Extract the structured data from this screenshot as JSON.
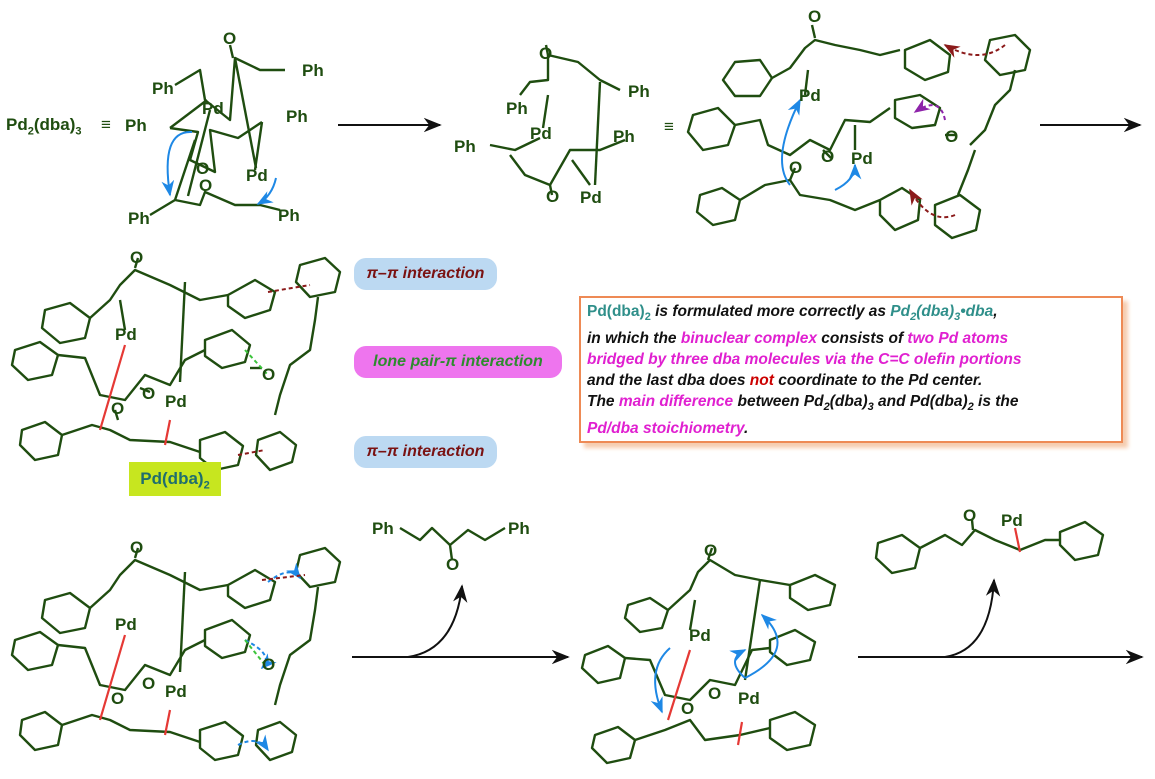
{
  "scheme": {
    "pd2dba3_label": "Pd2(dba)3",
    "equiv_symbol": "≡",
    "pd_atom": "Pd",
    "phenyl": "Ph",
    "oxygen": "O",
    "pd_dba2_label": "Pd(dba)2",
    "interaction_pills": {
      "pi_pi_top": "π–π interaction",
      "lone_pair": "lone pair-π interaction",
      "pi_pi_bottom": "π–π interaction"
    }
  },
  "note": {
    "line1": "Pd(dba)2 is formulated more correctly as Pd2(dba)3•dba,",
    "line2": "in which the binuclear complex consists of two Pd atoms",
    "line3": "bridged by three dba molecules via the C=C olefin portions",
    "line4": "and the last dba does not coordinate to the Pd center.",
    "line5": "The main difference between Pd2(dba)3 and Pd(dba)2 is the",
    "line6": "Pd/dba stoichiometry.",
    "segments": {
      "pd_dba2": "Pd(dba)",
      "sub2": "2",
      "is_formulated": " is formulated more correctly as ",
      "pd2": "Pd",
      "dba3": "(dba)",
      "sub3": "3",
      "dot_dba": "•dba",
      "comma": ",",
      "in_which": "in which the ",
      "binuclear": "binuclear complex",
      "consists": " consists of ",
      "two_pd": "two Pd atoms",
      "bridged": "bridged by three dba molecules via the C=C olefin portions",
      "and_last": "and the last dba does ",
      "not": "not",
      "coordinate": " coordinate to the Pd center.",
      "the": "The ",
      "main_diff": "main difference",
      "between": " between Pd",
      "sub2b": "2",
      "dba_b": "(dba)",
      "sub3b": "3",
      "and": " and Pd(dba)",
      "sub2c": "2",
      "is_the": " is the",
      "stoich": "Pd/dba stoichiometry",
      "period": "."
    }
  },
  "colors": {
    "bond": "#1f4d10",
    "arrow_blue": "#1e88e5",
    "dashed_brown": "#8b1a1a",
    "dashed_purple": "#8e24aa",
    "dashed_green": "#3cc43c",
    "bond_red": "#e53935",
    "pill_blue": "#bcd9f2",
    "pill_pink": "#ee75ee",
    "highlight_yellow": "#c7e61f",
    "note_border": "#ee8a55"
  }
}
